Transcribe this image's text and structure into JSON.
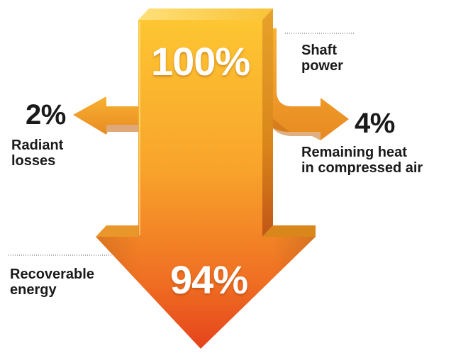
{
  "colors": {
    "arrow_top": "#FDC632",
    "arrow_mid": "#F7A12A",
    "arrow_bottom": "#E5431C",
    "arrow_side": "#D9861A",
    "text": "#1a1a1a",
    "leader": "#555555"
  },
  "input": {
    "percent": "100%",
    "label_line1": "Shaft",
    "label_line2": "power"
  },
  "radiant": {
    "percent": "2%",
    "label_line1": "Radiant",
    "label_line2": "losses"
  },
  "remaining": {
    "percent": "4%",
    "label_line1": "Remaining heat",
    "label_line2": "in compressed air"
  },
  "recoverable": {
    "percent": "94%",
    "label_line1": "Recoverable",
    "label_line2": "energy"
  }
}
